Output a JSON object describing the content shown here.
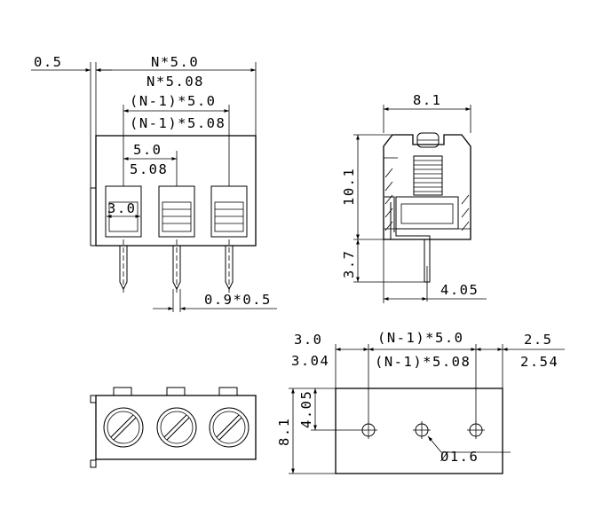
{
  "front_view": {
    "offset": "0.5",
    "overall_50": "N*5.0",
    "overall_508": "N*5.08",
    "span_50": "(N-1)*5.0",
    "span_508": "(N-1)*5.08",
    "pitch_50": "5.0",
    "pitch_508": "5.08",
    "opening": "3.0",
    "pin": "0.9*0.5"
  },
  "side_view": {
    "width": "8.1",
    "height": "10.1",
    "pin_length": "3.7",
    "pin_offset": "4.05"
  },
  "pcb_view": {
    "edge_50": "3.0",
    "edge_508": "3.04",
    "span_50": "(N-1)*5.0",
    "span_508": "(N-1)*5.08",
    "right_50": "2.5",
    "right_508": "2.54",
    "row_offset": "4.05",
    "depth": "8.1",
    "hole": "Ø1.6"
  }
}
